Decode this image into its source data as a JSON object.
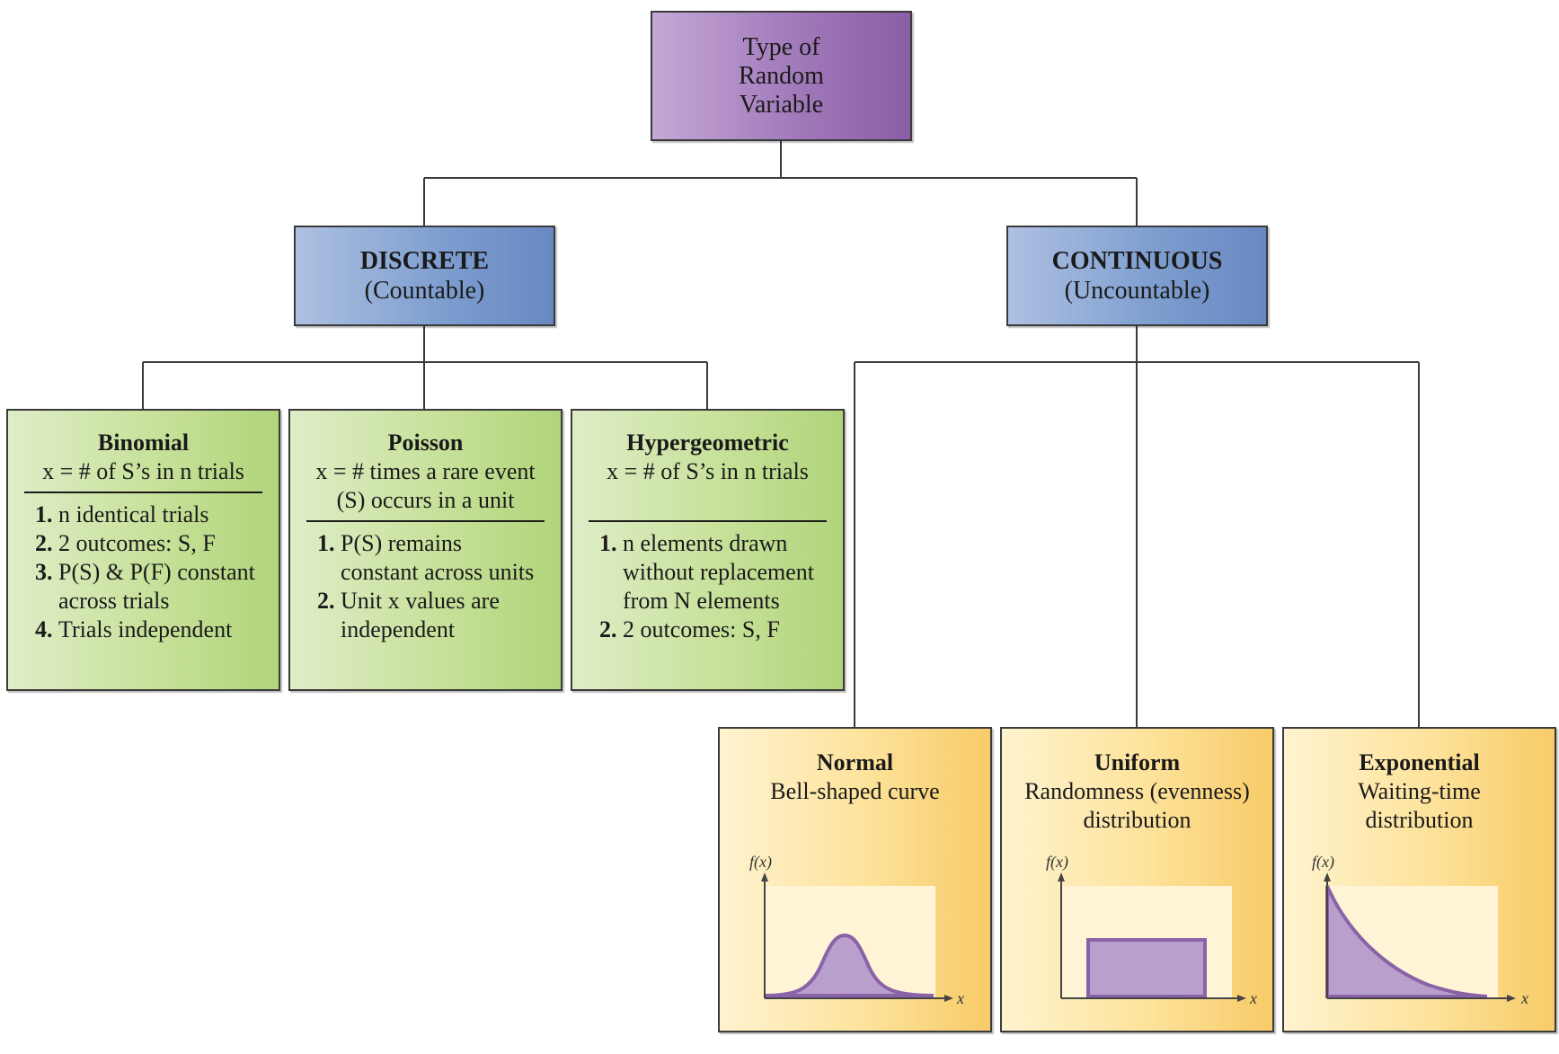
{
  "root": {
    "line1": "Type of",
    "line2": "Random",
    "line3": "Variable"
  },
  "discrete": {
    "title": "DISCRETE",
    "subtitle": "(Countable)"
  },
  "continuous": {
    "title": "CONTINUOUS",
    "subtitle": "(Uncountable)"
  },
  "binomial": {
    "name": "Binomial",
    "definition": "x = # of S’s in n trials",
    "conditions": [
      {
        "num": "1.",
        "text": "n identical trials"
      },
      {
        "num": "2.",
        "text": "2 outcomes: S, F"
      },
      {
        "num": "3.",
        "text": "P(S) & P(F) constant across trials"
      },
      {
        "num": "4.",
        "text": "Trials independent"
      }
    ]
  },
  "poisson": {
    "name": "Poisson",
    "definition_line1": "x = # times a rare event",
    "definition_line2": "(S) occurs in a unit",
    "conditions": [
      {
        "num": "1.",
        "text": "P(S) remains constant across units"
      },
      {
        "num": "2.",
        "text": "Unit x values are independent"
      }
    ]
  },
  "hypergeometric": {
    "name": "Hypergeometric",
    "definition": "x = # of S’s in n trials",
    "conditions": [
      {
        "num": "1.",
        "text": "n elements drawn without replacement from N elements"
      },
      {
        "num": "2.",
        "text": "2 outcomes: S, F"
      }
    ]
  },
  "normal": {
    "name": "Normal",
    "desc_line1": "Bell-shaped curve",
    "desc_line2": "",
    "y_label": "f(x)",
    "x_label": "x"
  },
  "uniform": {
    "name": "Uniform",
    "desc_line1": "Randomness (evenness)",
    "desc_line2": "distribution",
    "y_label": "f(x)",
    "x_label": "x"
  },
  "exponential": {
    "name": "Exponential",
    "desc_line1": "Waiting-time",
    "desc_line2": "distribution",
    "y_label": "f(x)",
    "x_label": "x"
  },
  "colors": {
    "root": "#a47ebd",
    "category": "#7f9fd0",
    "discrete_leaf": "#c7e19a",
    "continuous_leaf": "#fde29a",
    "curve_fill": "#b9a0cc",
    "curve_stroke": "#8a62a8"
  }
}
